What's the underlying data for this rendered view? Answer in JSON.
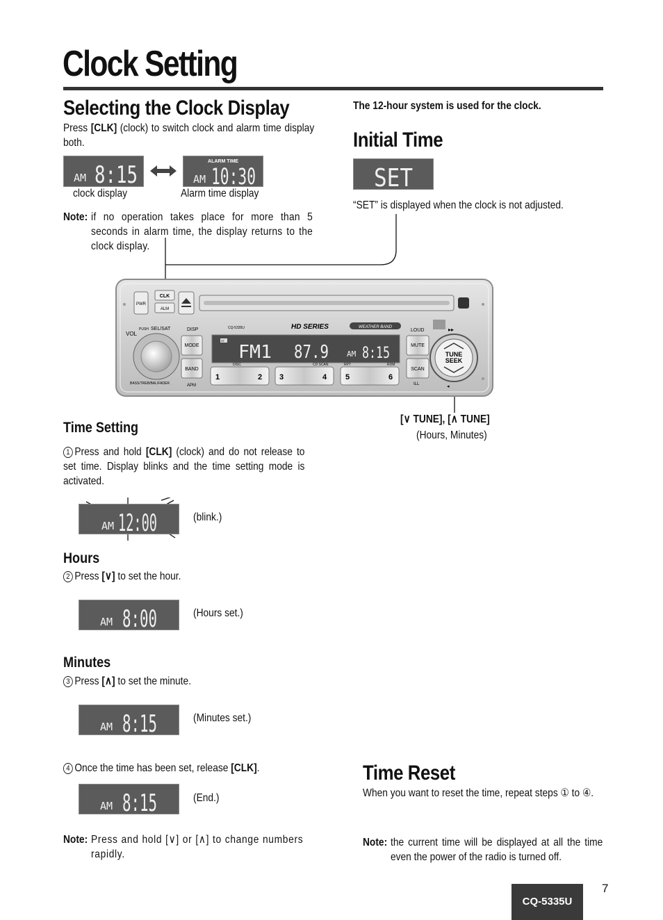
{
  "page_title": "Clock Setting",
  "selecting": {
    "heading": "Selecting the Clock Display",
    "intro_press": "Press",
    "intro_key": "[CLK]",
    "intro_rest": "(clock) to switch clock and alarm time display both.",
    "lcd_clock_text": "AM 8:15",
    "lcd_alarm_small": "ALARM TIME",
    "lcd_alarm_text": "AM10:30",
    "caption_clock": "clock display",
    "caption_alarm": "Alarm time display",
    "note_label": "Note:",
    "note_text": "if no operation takes place for more than 5 seconds in alarm time, the display returns to the clock display."
  },
  "right_top": {
    "twelve_hour": "The 12-hour system is used for the clock.",
    "initial_heading": "Initial Time",
    "lcd_set_text": "SET",
    "set_caption": "“SET” is displayed when the clock is not adjusted."
  },
  "radio": {
    "pwr": "PWR",
    "clk": "CLK",
    "alm": "ALM",
    "vol": "VOL",
    "push": "PUSH",
    "sel_sat": "SEL/SAT",
    "disp": "DISP",
    "model": "CQ-5335U",
    "brand": "HD SERIES",
    "weather": "WEATHER BAND",
    "loud": "LOUD",
    "mute": "MUTE",
    "scan": "SCAN",
    "ill": "ILL",
    "mode": "MODE",
    "band": "BAND",
    "apm": "APM",
    "bass": "BASS/TREB/BAL/FADER",
    "disc": "DISC",
    "cdscan": "CD SCAN",
    "rpt": "RPT",
    "rdm": "RDM",
    "st": "ST",
    "tune": "TUNE",
    "seek": "SEEK",
    "display_text": "FM1  87.9   AM 8:15",
    "presets": [
      "1",
      "2",
      "3",
      "4",
      "5",
      "6"
    ]
  },
  "tune_callout": {
    "line1": "[∨ TUNE], [∧ TUNE]",
    "line2": "(Hours, Minutes)"
  },
  "time_setting": {
    "heading": "Time Setting",
    "step1_num": "1",
    "step1_pre": "Press and hold",
    "step1_key": "[CLK]",
    "step1_rest": "(clock) and do not release to set time. Display blinks and the time setting mode is activated.",
    "lcd_blink_text": "AM12:00",
    "blink_caption": "(blink.)",
    "hours_heading": "Hours",
    "step2_num": "2",
    "step2_pre": "Press",
    "step2_key": "[∨]",
    "step2_rest": "to set the hour.",
    "lcd_hours_text": "AM 8:00",
    "hours_caption": "(Hours set.)",
    "minutes_heading": "Minutes",
    "step3_num": "3",
    "step3_pre": "Press",
    "step3_key": "[∧]",
    "step3_rest": "to set the minute.",
    "lcd_min_text": "AM 8:15",
    "min_caption": "(Minutes set.)",
    "step4_num": "4",
    "step4_pre": "Once the time has been set, release",
    "step4_key": "[CLK]",
    "step4_end": ".",
    "lcd_end_text": "AM 8:15",
    "end_caption": "(End.)",
    "note_label": "Note:",
    "note_text": "Press and hold [∨] or [∧] to change numbers rapidly."
  },
  "time_reset": {
    "heading": "Time Reset",
    "text": "When you want to reset the time, repeat steps ① to ④.",
    "note_label": "Note:",
    "note_text": "the current time will be displayed at all the time even the power of the radio is turned off."
  },
  "footer": {
    "model": "CQ-5335U",
    "page_number": "7"
  }
}
